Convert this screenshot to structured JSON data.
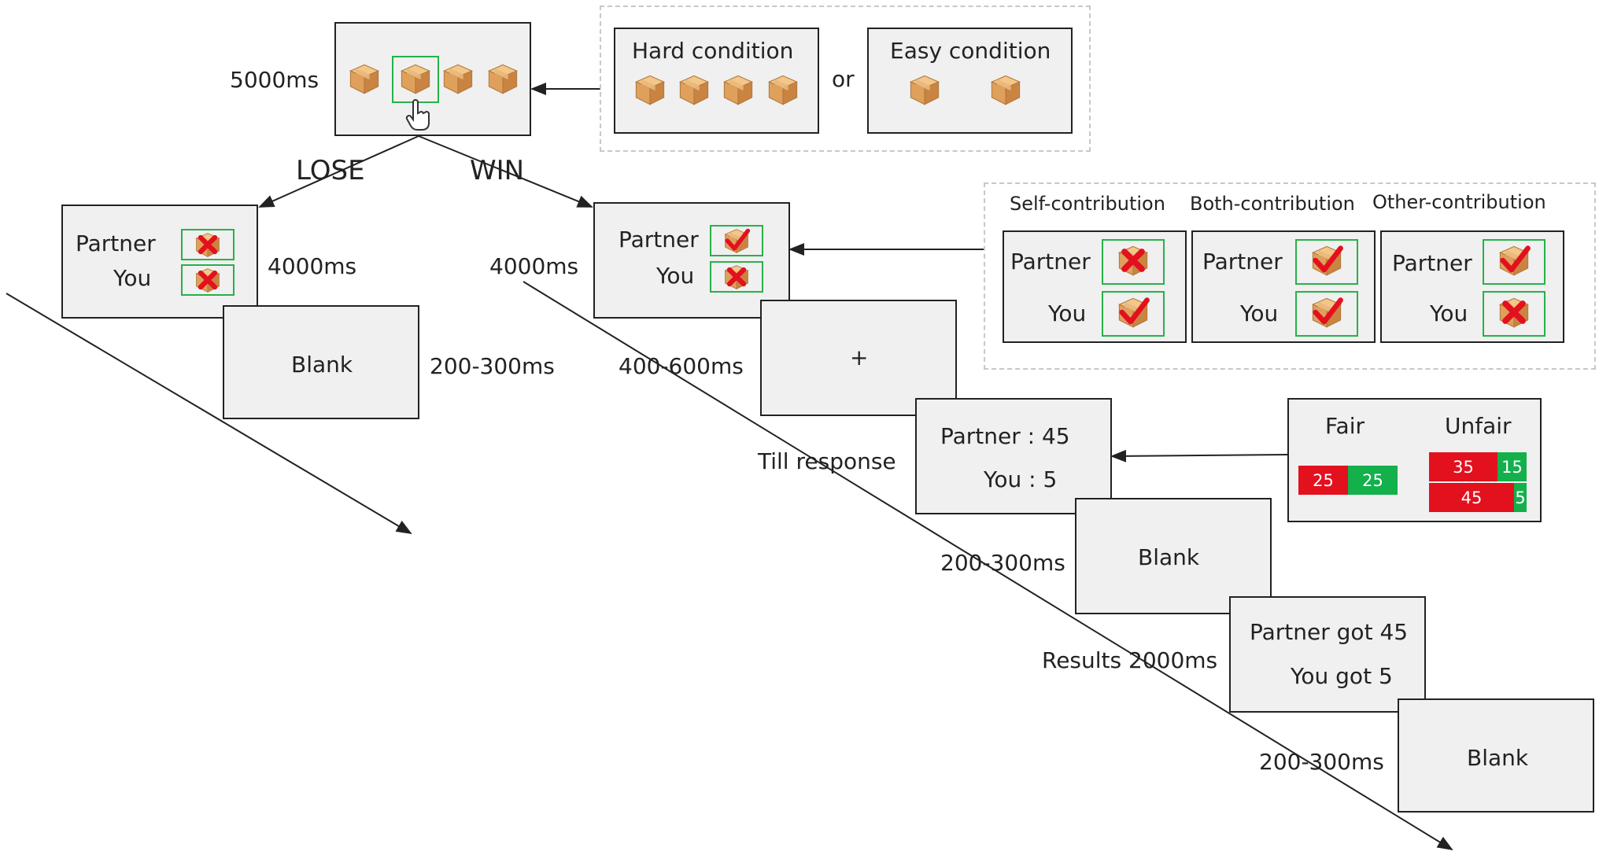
{
  "timings": {
    "choice": "5000ms",
    "lose_feedback": "4000ms",
    "win_feedback": "4000ms",
    "lose_blank": "200-300ms",
    "fixation": "400-600ms",
    "offer": "Till response",
    "blank2": "200-300ms",
    "results": "Results 2000ms",
    "blank3": "200-300ms"
  },
  "branches": {
    "lose": "LOSE",
    "win": "WIN"
  },
  "conditions": {
    "hard": "Hard condition",
    "or": "or",
    "easy": "Easy condition"
  },
  "feedback": {
    "partner": "Partner",
    "you": "You"
  },
  "contribution": {
    "self": "Self-contribution",
    "both": "Both-contribution",
    "other": "Other-contribution"
  },
  "screens": {
    "blank": "Blank",
    "fixation": "+",
    "offer_partner": "Partner : 45",
    "offer_you": "You : 5",
    "result_partner": "Partner got 45",
    "result_you": "You got 5"
  },
  "offers": {
    "fair": "Fair",
    "unfair": "Unfair",
    "fair_values": [
      "25",
      "25"
    ],
    "unfair_values_1": [
      "35",
      "15"
    ],
    "unfair_values_2": [
      "45",
      "5"
    ]
  },
  "colors": {
    "check_border": "#27b14a",
    "mark_red": "#e3101e",
    "bar_green": "#13b04c",
    "box": "#a8753b"
  },
  "icons": [
    "box-icon",
    "check-icon",
    "cross-icon",
    "hand-cursor-icon"
  ]
}
